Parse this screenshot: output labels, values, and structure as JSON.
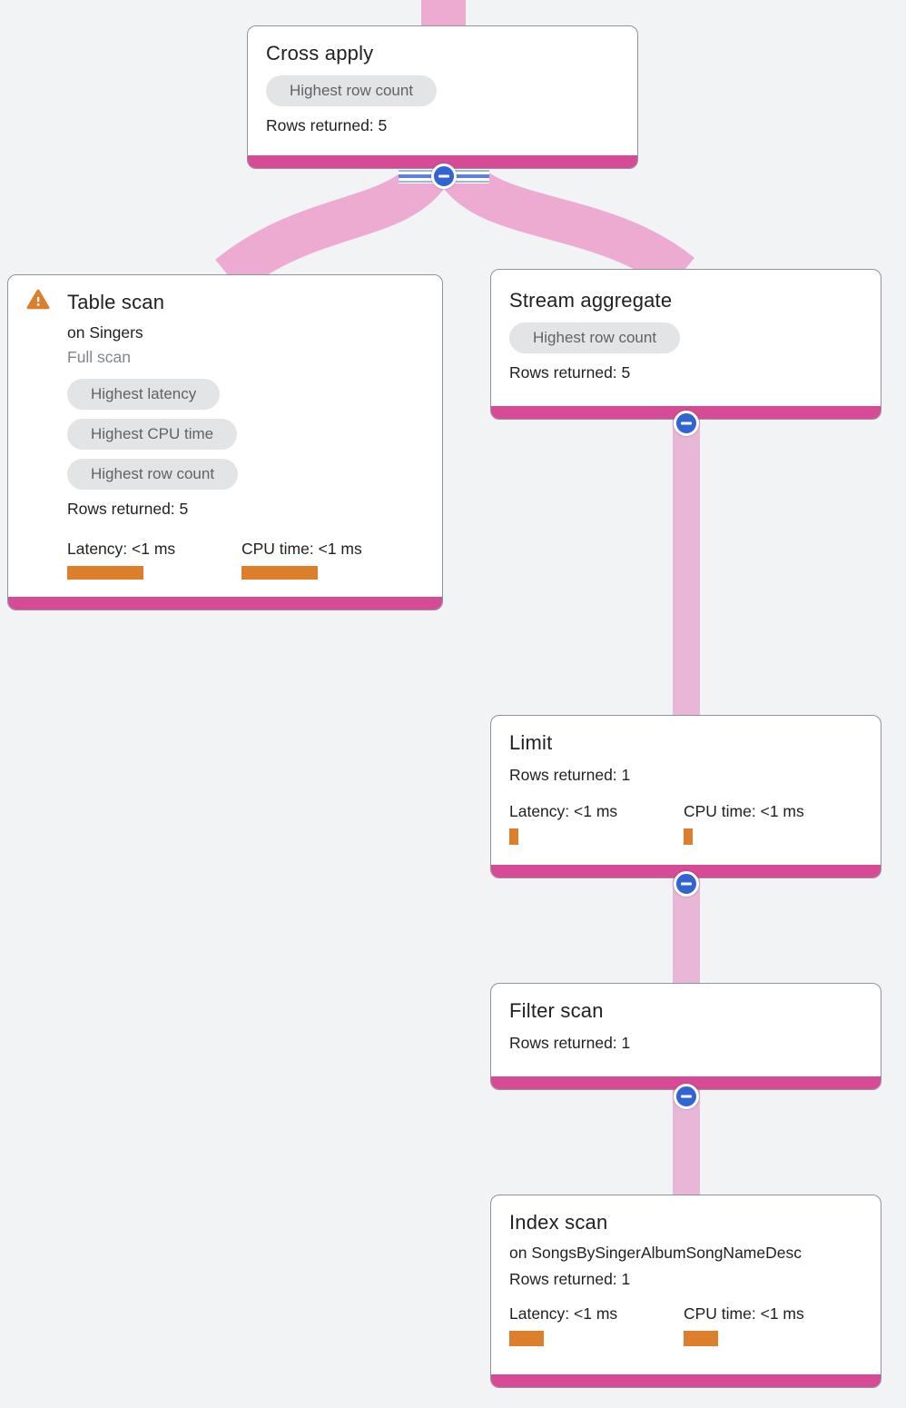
{
  "nodes": {
    "cross_apply": {
      "title": "Cross apply",
      "badge": "Highest row count",
      "rows": "Rows returned: 5"
    },
    "table_scan": {
      "title": "Table scan",
      "subtitle": "on Singers",
      "scan_type": "Full scan",
      "badges": [
        "Highest latency",
        "Highest CPU time",
        "Highest row count"
      ],
      "rows": "Rows returned: 5",
      "latency_label": "Latency: <1 ms",
      "cpu_label": "CPU time: <1 ms"
    },
    "stream_aggregate": {
      "title": "Stream aggregate",
      "badge": "Highest row count",
      "rows": "Rows returned: 5"
    },
    "limit": {
      "title": "Limit",
      "rows": "Rows returned: 1",
      "latency_label": "Latency: <1 ms",
      "cpu_label": "CPU time: <1 ms"
    },
    "filter_scan": {
      "title": "Filter scan",
      "rows": "Rows returned: 1"
    },
    "index_scan": {
      "title": "Index scan",
      "subtitle": "on SongsBySingerAlbumSongNameDesc",
      "rows": "Rows returned: 1",
      "latency_label": "Latency: <1 ms",
      "cpu_label": "CPU time: <1 ms"
    }
  },
  "icons": {
    "collapse": "minus-circle-icon",
    "warning": "warning-triangle-icon"
  },
  "colors": {
    "background": "#f1f3f4",
    "node_accent_magenta": "#d74a96",
    "edge_pink": "#edabd2",
    "edge_pink_light": "#e8b6d6",
    "metric_bar_orange": "#dd7e2b",
    "collapse_blue": "#3165d4",
    "badge_bg": "#e3e4e6",
    "badge_text": "#5f6368",
    "warning_orange": "#dd7e2c"
  }
}
